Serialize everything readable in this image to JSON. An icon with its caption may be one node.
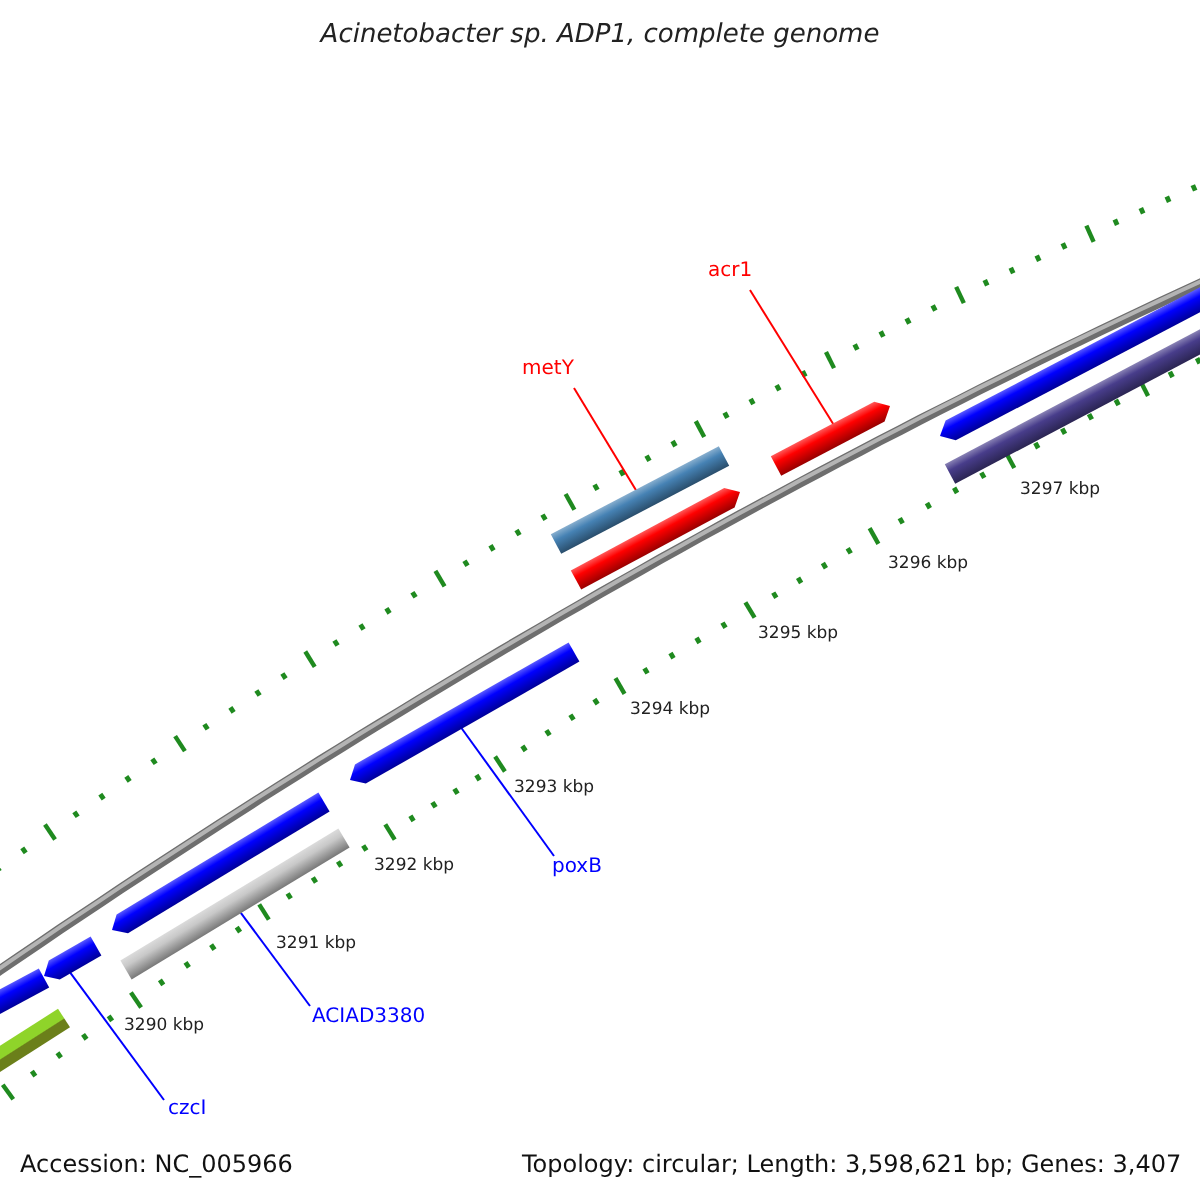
{
  "diagram": {
    "title": "Acinetobacter sp. ADP1, complete genome",
    "nodes": [
      {
        "text": [
          "metY"
        ]
      },
      {
        "text": [
          "acr1"
        ]
      },
      {
        "text": [
          "poxB"
        ]
      },
      {
        "text": [
          "ACIAD3380"
        ]
      },
      {
        "text": [
          "czcI"
        ]
      },
      {
        "text": [],
        "shape": "bar"
      },
      {
        "text": [],
        "shape": "bar"
      },
      {
        "text": [],
        "shape": "bar"
      },
      {
        "text": [],
        "shape": "bar"
      },
      {
        "text": [],
        "shape": "bar"
      },
      {
        "text": [],
        "shape": "bar"
      },
      {
        "text": [],
        "shape": "bar"
      },
      {
        "text": [],
        "shape": "bar"
      },
      {
        "text": [],
        "shape": "bar"
      },
      {
        "text": [],
        "shape": "bar"
      },
      {
        "text": [],
        "shape": "bar"
      }
    ],
    "edges": [
      {
        "from": 0,
        "to": 11,
        "arrow": "none",
        "color": "#ff0000"
      },
      {
        "from": 1,
        "to": 13,
        "arrow": "none",
        "color": "#ff0000"
      },
      {
        "from": 2,
        "to": 10,
        "arrow": "none"
      },
      {
        "from": 3,
        "to": 9,
        "arrow": "none"
      },
      {
        "from": 4,
        "to": 7,
        "arrow": "none"
      }
    ],
    "labels": [
      "3297 kbp",
      "3296 kbp",
      "3295 kbp",
      "3294 kbp",
      "3293 kbp",
      "3292 kbp",
      "3291 kbp",
      "3290 kbp",
      "Accession: NC_005966",
      "Topology: circular; Length: 3,598,621 bp; Genes: 3,407"
    ]
  }
}
